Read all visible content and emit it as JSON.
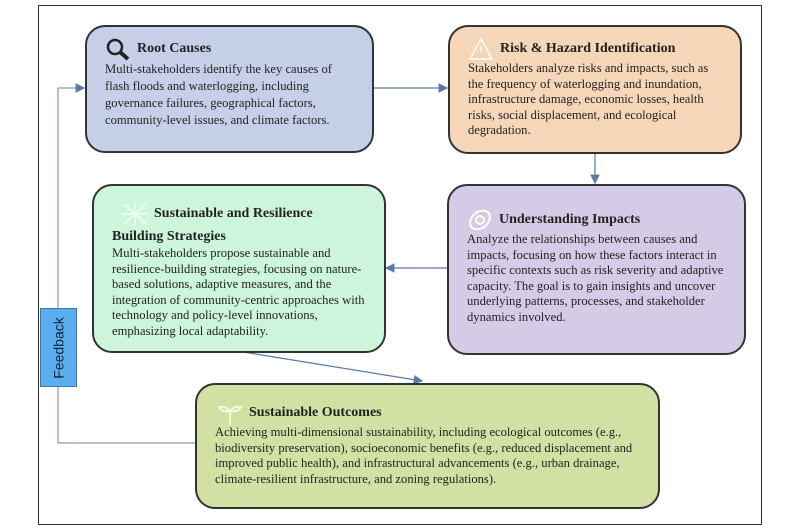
{
  "boxes": {
    "root_causes": {
      "title": "Root Causes",
      "body": "Multi-stakeholders identify the key causes of flash floods and waterlogging, including governance failures, geographical factors, community-level issues, and climate factors.",
      "color": "#c5d0e8"
    },
    "risk": {
      "title": "Risk & Hazard Identification",
      "body": "Stakeholders analyze risks and impacts, such as the frequency of waterlogging and inundation, infrastructure damage, economic losses, health risks, social displacement, and ecological degradation.",
      "color": "#f6d6b8"
    },
    "impacts": {
      "title": "Understanding Impacts",
      "body": "Analyze the relationships between causes and impacts, focusing on how these factors interact in specific contexts such as risk severity and adaptive capacity. The goal is to gain insights and uncover underlying patterns, processes, and stakeholder dynamics involved.",
      "color": "#d4cce6"
    },
    "strategies": {
      "title_line1": "Sustainable and Resilience",
      "title_line2": "Building Strategies",
      "body": "Multi-stakeholders propose sustainable and resilience-building strategies, focusing on nature-based solutions, adaptive measures, and the integration of community-centric approaches with technology and policy-level innovations, emphasizing local adaptability.",
      "color": "#cdf5dc"
    },
    "outcomes": {
      "title": "Sustainable Outcomes",
      "body": "Achieving multi-dimensional sustainability, including ecological outcomes (e.g., biodiversity preservation), socioeconomic benefits (e.g., reduced displacement and improved public health), and infrastructural advancements (e.g., urban drainage, climate-resilient infrastructure, and zoning regulations).",
      "color": "#d3e0a4"
    }
  },
  "feedback_label": "Feedback",
  "colors": {
    "arrow": "#5a78a8",
    "feedback": "#5aaef0"
  }
}
